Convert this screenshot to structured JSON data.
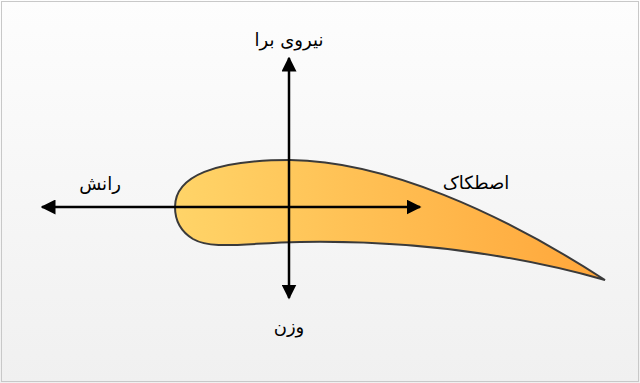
{
  "diagram": {
    "labels": [
      "نیروی برا",
      "رانش",
      "اصطکاک",
      "وزن"
    ]
  }
}
